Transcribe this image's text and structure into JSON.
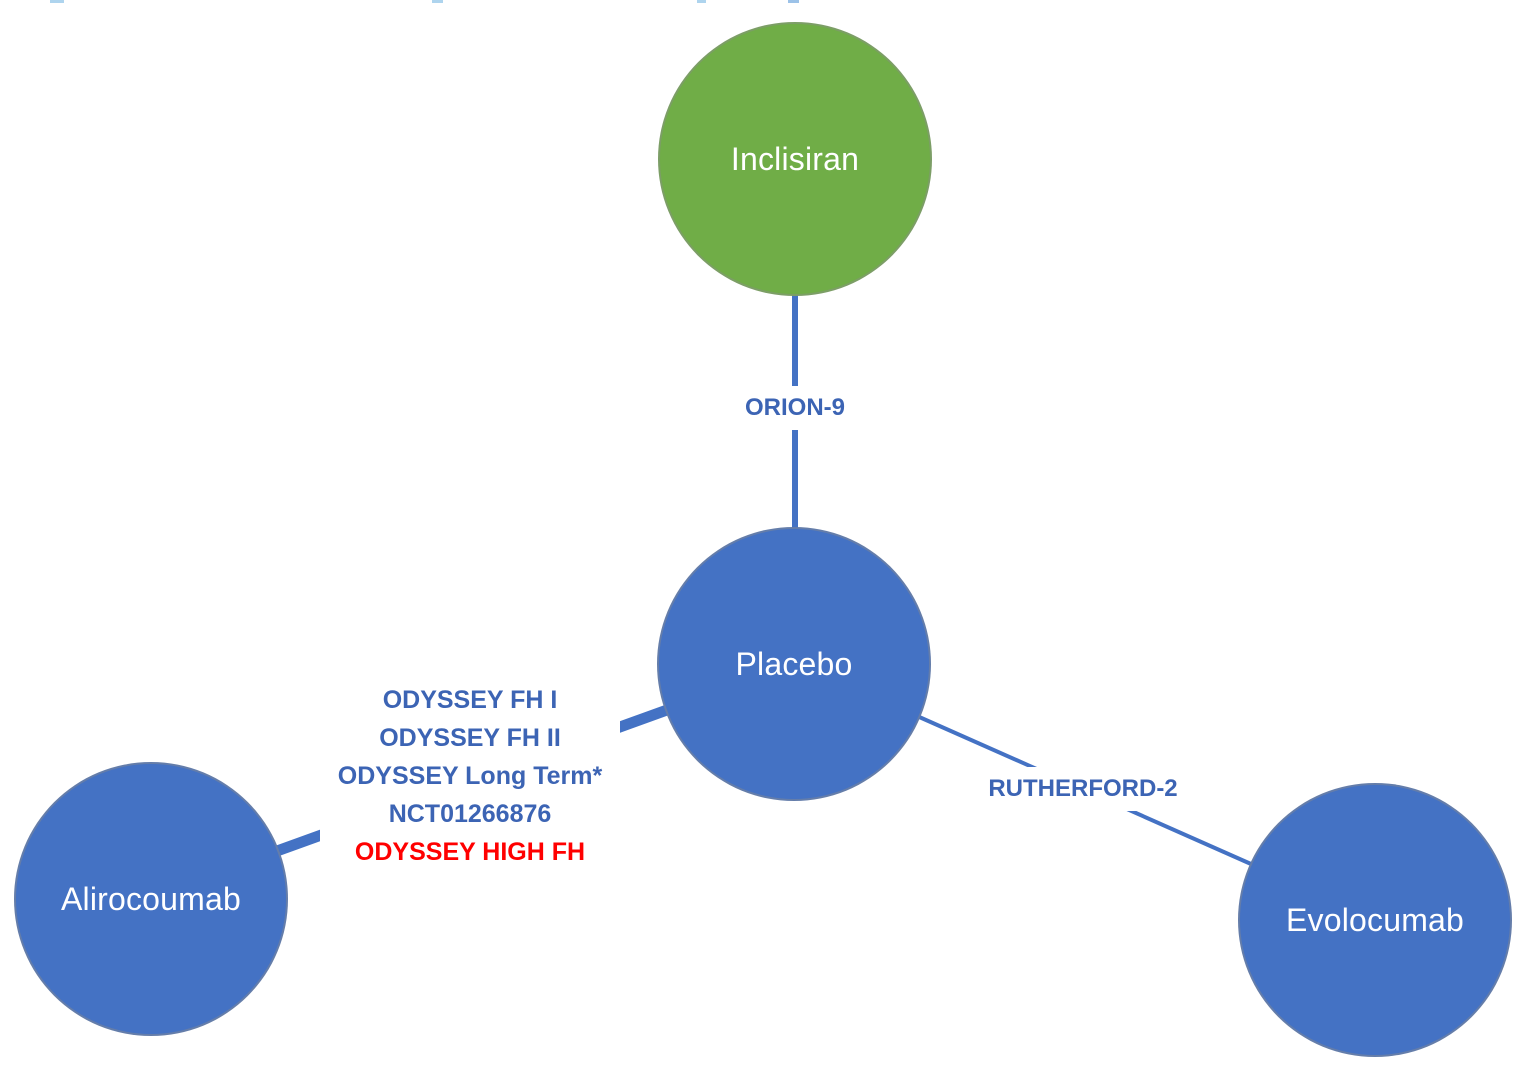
{
  "diagram": {
    "type": "network-meta-analysis-evidence-network",
    "nodes": [
      {
        "id": "inclisiran",
        "label": "Inclisiran",
        "color": "#70AD47",
        "text_color": "#FFFFFF"
      },
      {
        "id": "placebo",
        "label": "Placebo",
        "color": "#4472C4",
        "text_color": "#FFFFFF"
      },
      {
        "id": "alirocoumab",
        "label": "Alirocoumab",
        "color": "#4472C4",
        "text_color": "#FFFFFF"
      },
      {
        "id": "evolocumab",
        "label": "Evolocumab",
        "color": "#4472C4",
        "text_color": "#FFFFFF"
      }
    ],
    "edges": [
      {
        "from": "inclisiran",
        "to": "placebo",
        "label": "ORION-9",
        "style": "medium"
      },
      {
        "from": "placebo",
        "to": "alirocoumab",
        "labels": [
          "ODYSSEY FH I",
          "ODYSSEY FH II",
          "ODYSSEY Long Term*",
          "NCT01266876",
          "ODYSSEY HIGH FH"
        ],
        "highlighted_label": "ODYSSEY HIGH FH",
        "style": "thick"
      },
      {
        "from": "placebo",
        "to": "evolocumab",
        "label": "RUTHERFORD-2",
        "style": "thin"
      }
    ],
    "colors": {
      "edge_line": "#4472C4",
      "edge_label_blue": "#3C64B4",
      "edge_label_red": "#FF0000",
      "node_green": "#70AD47",
      "node_blue": "#4472C4"
    }
  }
}
